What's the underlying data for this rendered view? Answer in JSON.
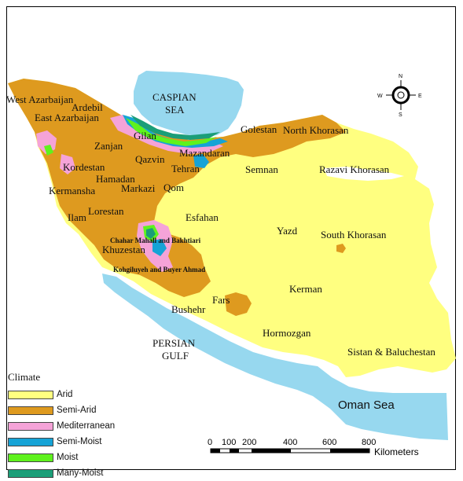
{
  "colors": {
    "arid": "#ffff80",
    "semi_arid": "#de9a1f",
    "mediterranean": "#f5a3d8",
    "semi_moist": "#16a3d6",
    "moist": "#5ff21d",
    "many_moist": "#1b9e78",
    "water": "#97d8ef"
  },
  "seas": {
    "caspian_line1": "CASPIAN",
    "caspian_line2": "SEA",
    "persian_line1": "PERSIAN",
    "persian_line2": "GULF",
    "oman": "Oman Sea"
  },
  "provinces": {
    "west_azarbaijan": "West Azarbaijan",
    "ardebil": "Ardebil",
    "east_azarbaijan": "East Azarbaijan",
    "gilan": "Gilan",
    "golestan": "Golestan",
    "north_khorasan": "North Khorasan",
    "zanjan": "Zanjan",
    "mazandaran": "Mazandaran",
    "qazvin": "Qazvin",
    "kordestan": "Kordestan",
    "tehran": "Tehran",
    "semnan": "Semnan",
    "razavi_khorasan": "Razavi Khorasan",
    "hamadan": "Hamadan",
    "markazi": "Markazi",
    "qom": "Qom",
    "kermanshah": "Kermansha",
    "esfahan": "Esfahan",
    "lorestan": "Lorestan",
    "ilam": "Ilam",
    "yazd": "Yazd",
    "south_khorasan": "South Khorasan",
    "chahar": "Chahar Mahall and Bakhtiari",
    "khuzestan": "Khuzestan",
    "kohgiluyeh": "Kohgiluyeh and Buyer Ahmad",
    "kerman": "Kerman",
    "fars": "Fars",
    "bushehr": "Bushehr",
    "hormozgan": "Hormozgan",
    "sistan": "Sistan & Baluchestan"
  },
  "compass": {
    "n": "N",
    "s": "S",
    "e": "E",
    "w": "W"
  },
  "legend": {
    "title": "Climate",
    "items": [
      {
        "label": "Arid",
        "color": "#ffff80"
      },
      {
        "label": "Semi-Arid",
        "color": "#de9a1f"
      },
      {
        "label": "Mediterranean",
        "color": "#f5a3d8"
      },
      {
        "label": "Semi-Moist",
        "color": "#16a3d6"
      },
      {
        "label": "Moist",
        "color": "#5ff21d"
      },
      {
        "label": "Many-Moist",
        "color": "#1b9e78"
      }
    ]
  },
  "scale": {
    "ticks": [
      "0",
      "100",
      "200",
      "400",
      "600",
      "800"
    ],
    "unit": "Kilometers"
  }
}
